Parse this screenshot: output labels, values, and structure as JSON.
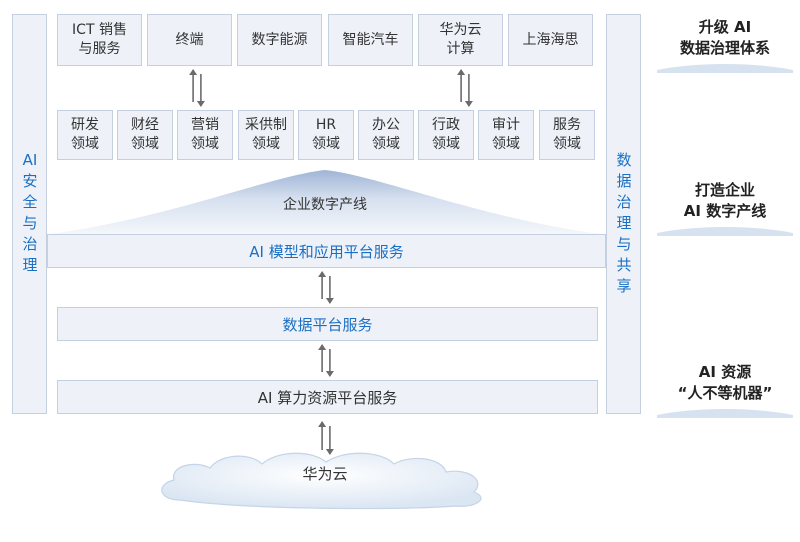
{
  "top_row": [
    "ICT 销售\n与服务",
    "终端",
    "数字能源",
    "智能汽车",
    "华为云\n计算",
    "上海海思"
  ],
  "domain_row": [
    "研发\n领域",
    "财经\n领域",
    "营销\n领域",
    "采供制\n领域",
    "HR\n领域",
    "办公\n领域",
    "行政\n领域",
    "审计\n领域",
    "服务\n领域"
  ],
  "left_column": "AI\n安全\n与\n治理",
  "right_column": "数据\n治理\n与\n共享",
  "pipeline_label": "企业数字产线",
  "ai_model_platform": "AI 模型和应用平台服务",
  "data_platform": "数据平台服务",
  "compute_platform": "AI 算力资源平台服务",
  "cloud_label": "华为云",
  "right_labels": {
    "upgrade": "升级 AI\n数据治理体系",
    "build": "打造企业\nAI 数字产线",
    "resources": "AI 资源\n“人不等机器”"
  },
  "colors": {
    "accent": "#1a6fc4",
    "box_fill": "#eef2f8",
    "box_border": "#c4cfdf"
  }
}
